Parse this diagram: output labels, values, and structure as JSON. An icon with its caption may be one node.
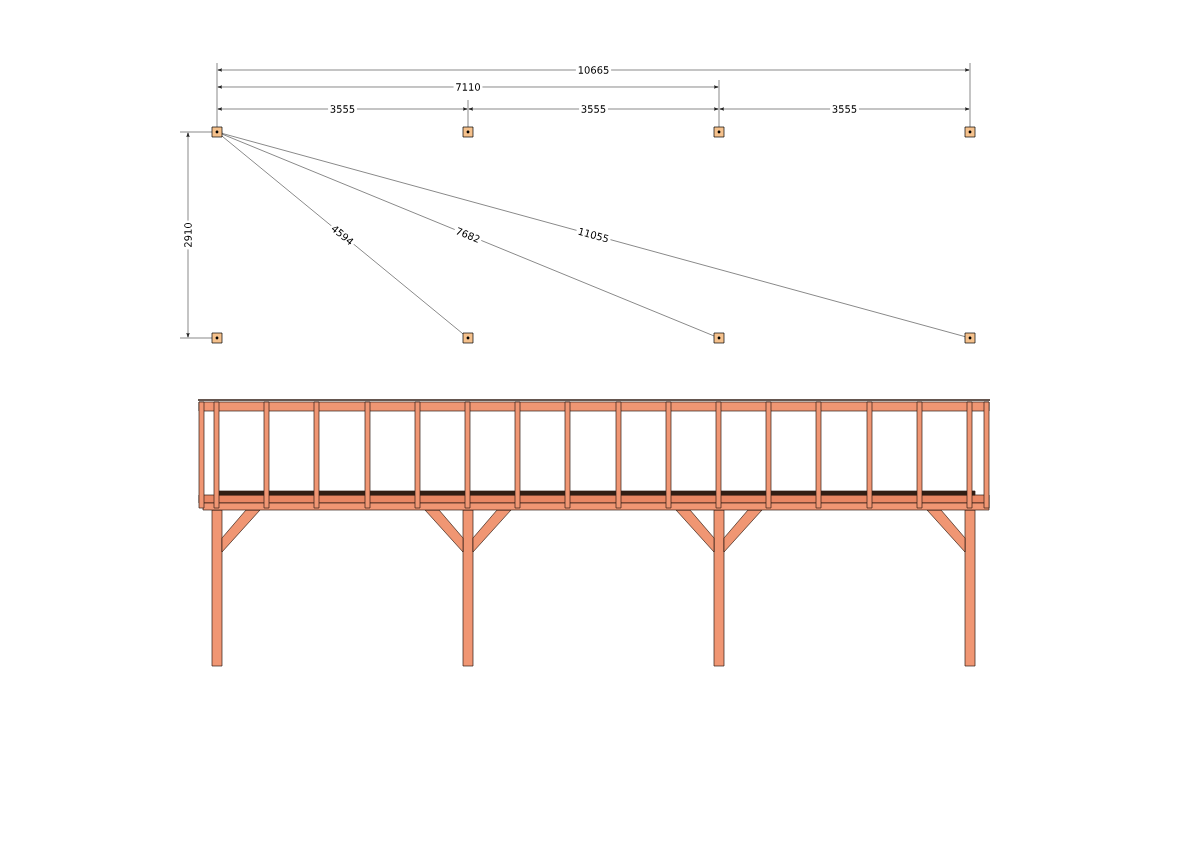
{
  "diagram": {
    "labels": [
      "10665",
      "7110",
      "3555",
      "3555",
      "3555",
      "2910",
      "4594",
      "7682",
      "11055"
    ]
  }
}
